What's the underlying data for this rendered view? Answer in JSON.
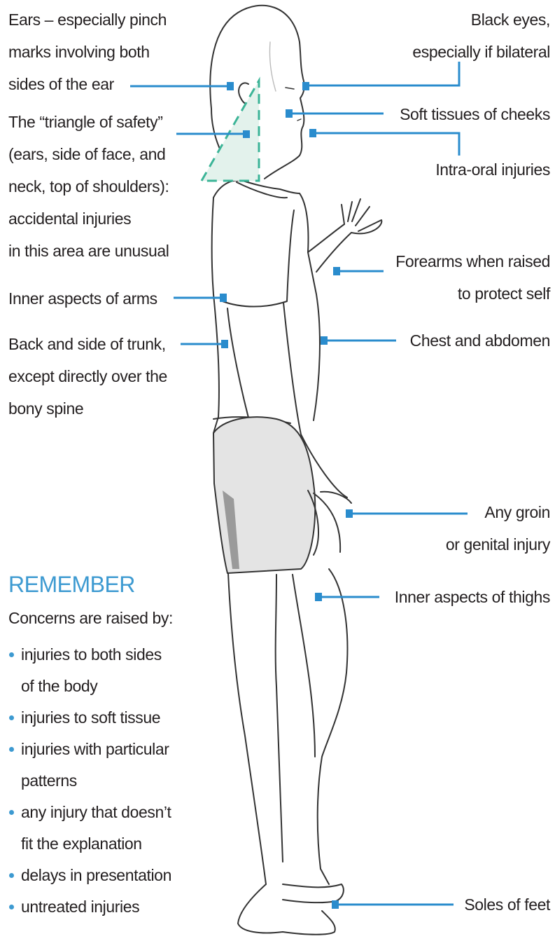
{
  "labels": {
    "ears": [
      "Ears – especially pinch",
      "marks involving both",
      "sides of the ear"
    ],
    "triangle": [
      "The “triangle of safety”",
      "(ears, side of face, and",
      "neck, top of shoulders):",
      "accidental injuries",
      "in this area are unusual"
    ],
    "inner_arms": "Inner aspects of arms",
    "back_trunk": [
      "Back and side of trunk,",
      "except directly over the",
      "bony spine"
    ],
    "black_eyes": [
      "Black eyes,",
      "especially if bilateral"
    ],
    "cheeks": "Soft tissues of cheeks",
    "intra_oral": "Intra-oral injuries",
    "forearms": [
      "Forearms when raised",
      "to protect self"
    ],
    "chest": "Chest and abdomen",
    "groin": [
      "Any groin",
      "or genital injury"
    ],
    "inner_thighs": "Inner aspects of thighs",
    "soles": "Soles of feet"
  },
  "remember": {
    "title": "REMEMBER",
    "intro": "Concerns are raised by:",
    "items": [
      [
        "injuries to both sides",
        "of the body"
      ],
      [
        "injuries to soft tissue"
      ],
      [
        "injuries with particular",
        "patterns"
      ],
      [
        "any injury that doesn’t",
        "fit the explanation"
      ],
      [
        "delays in presentation"
      ],
      [
        "untreated injuries"
      ]
    ]
  },
  "colors": {
    "accent": "#2a8ccd",
    "text": "#231f20",
    "outline": "#333333",
    "shorts": "#e4e4e4",
    "triangle_fill": "#e3f2ec",
    "triangle_stroke": "#3bb497"
  }
}
